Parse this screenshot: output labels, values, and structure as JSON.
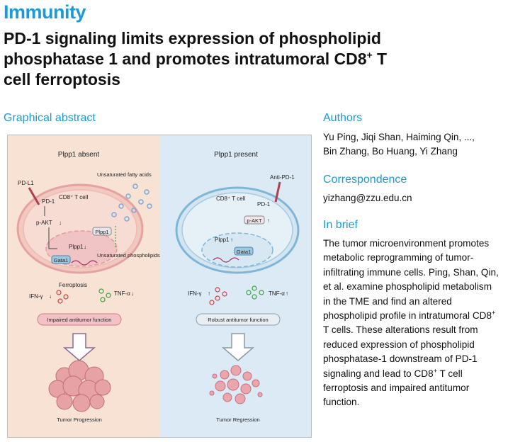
{
  "journal": "Immunity",
  "title": {
    "line1": "PD-1 signaling limits expression of phospholipid",
    "line2a": "phosphatase 1 and promotes intratumoral CD8",
    "line2sup": "+",
    "line2b": " T",
    "line3": "cell ferroptosis"
  },
  "graphical_abstract": {
    "heading": "Graphical abstract",
    "left_panel": {
      "title": "Plpp1 absent",
      "pdl1": "PD-L1",
      "pd1": "PD-1",
      "cell": "CD8⁺ T cell",
      "pakt": "p-AKT",
      "plpp1_down": "Plpp1",
      "plpp1_box": "Plpp1",
      "gata1": "Gata1",
      "ufa": "Unsaturated fatty acids",
      "uphos": "Unsaturated phospholipids",
      "ferro": "Ferroptosis",
      "ifn": "IFN-γ",
      "tnf": "TNF-α",
      "function": "Impaired antitumor function",
      "outcome": "Tumor Progression"
    },
    "right_panel": {
      "title": "Plpp1 present",
      "anti": "Anti-PD-1",
      "cell": "CD8⁺ T cell",
      "pd1": "PD-1",
      "pakt": "p-AKT",
      "plpp1": "Plpp1",
      "gata1": "Gata1",
      "ifn": "IFN-γ",
      "tnf": "TNF-α",
      "function": "Robust antitumor function",
      "outcome": "Tumor Regression"
    },
    "colors": {
      "left_bg": "#f7e2d4",
      "right_bg": "#dbeaf4",
      "membrane_left": "#e8a0a0",
      "membrane_right": "#7fb6d6"
    }
  },
  "authors": {
    "heading": "Authors",
    "line1": "Yu Ping, Jiqi Shan, Haiming Qin, ...,",
    "line2": "Bin Zhang, Bo Huang, Yi Zhang"
  },
  "correspondence": {
    "heading": "Correspondence",
    "email": "yizhang@zzu.edu.cn"
  },
  "brief": {
    "heading": "In brief",
    "l1": "The tumor microenvironment promotes",
    "l2": "metabolic reprogramming of tumor-",
    "l3": "infiltrating immune cells. Ping, Shan, Qin,",
    "l4": "et al. examine phospholipid metabolism",
    "l5": "in the TME and find an altered",
    "l6a": "phospholipid profile in intratumoral CD8",
    "l6sup": "+",
    "l7": "T cells. These alterations result from",
    "l8": "reduced expression of phospholipid",
    "l9": "phosphatase-1 downstream of PD-1",
    "l10a": "signaling and lead to CD8",
    "l10sup": "+",
    "l10b": " T cell",
    "l11": "ferroptosis and impaired antitumor",
    "l12": "function."
  }
}
